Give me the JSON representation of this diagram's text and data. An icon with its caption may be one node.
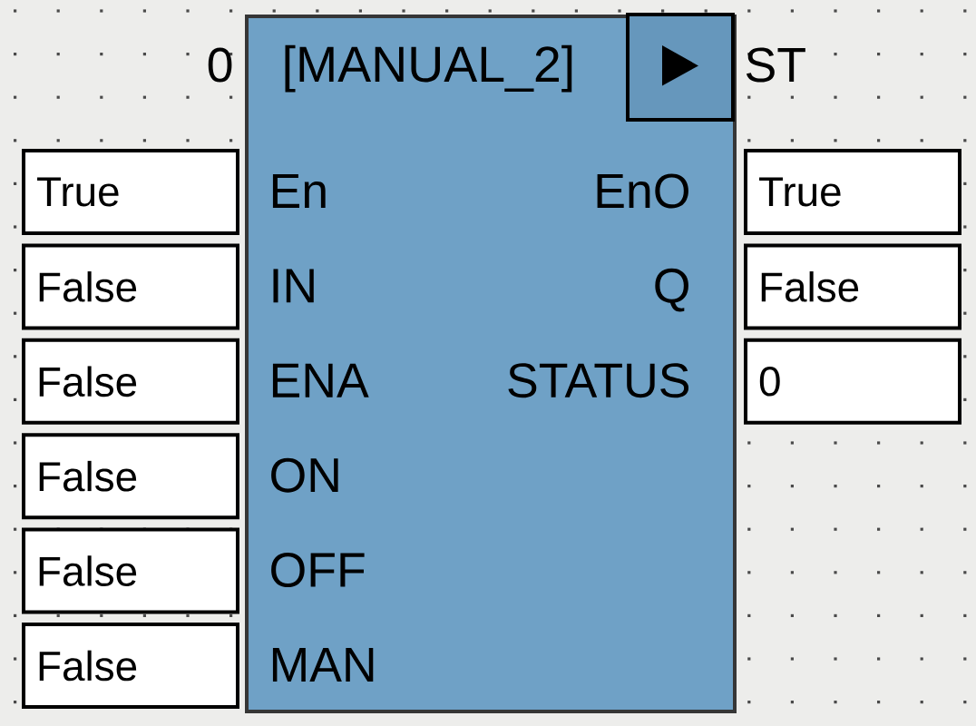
{
  "diagram": {
    "nodes": [
      {
        "text": [
          "[MANUAL_2]",
          "En",
          "IN",
          "ENA",
          "ON",
          "OFF",
          "MAN",
          "EnO",
          "Q",
          "STATUS"
        ],
        "beside": [
          "0",
          "ST"
        ]
      },
      {
        "text": [
          "True"
        ]
      },
      {
        "text": [
          "False"
        ]
      },
      {
        "text": [
          "False"
        ]
      },
      {
        "text": [
          "False"
        ]
      },
      {
        "text": [
          "False"
        ]
      },
      {
        "text": [
          "False"
        ]
      },
      {
        "text": [
          "True"
        ]
      },
      {
        "text": [
          "False"
        ]
      },
      {
        "text": [
          "0"
        ]
      }
    ]
  }
}
